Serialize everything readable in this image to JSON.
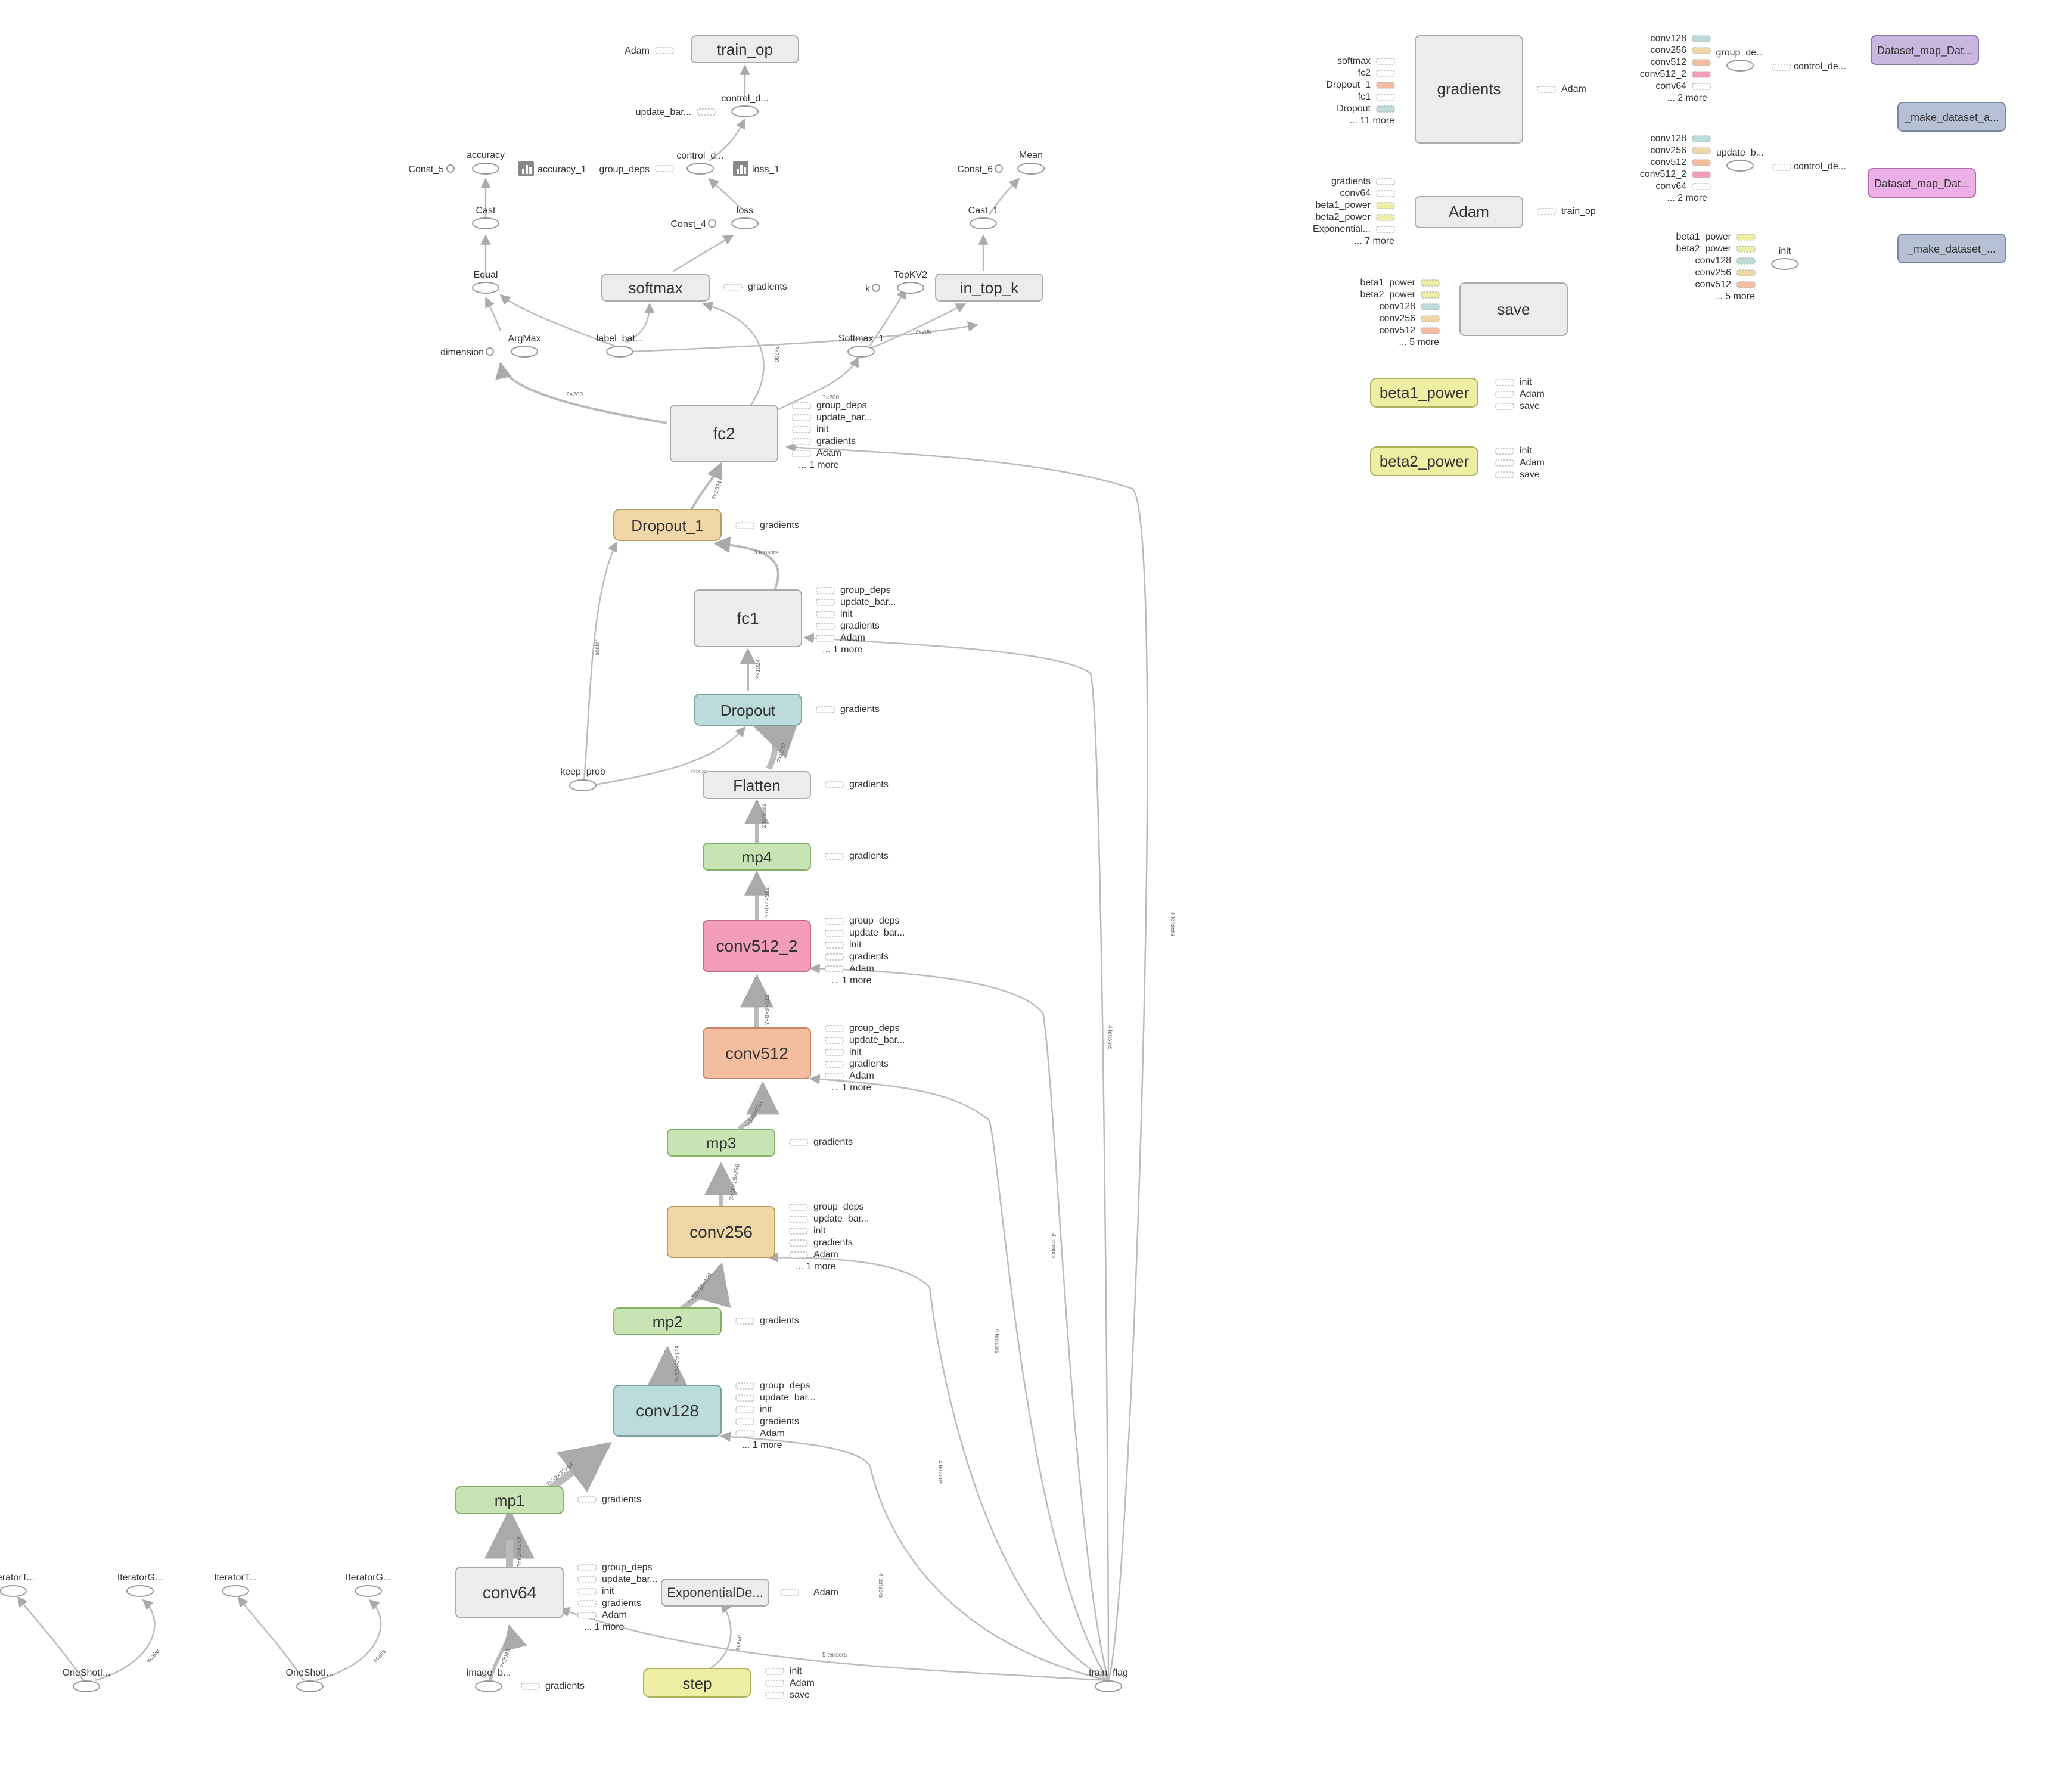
{
  "colors": {
    "default": "#ececec",
    "edge": "#bbbbbb",
    "Dropout_1": "#f1d7a5",
    "Dropout": "#bcdcdc",
    "conv512_2": "#f49db8",
    "conv512": "#f5bd9f",
    "conv256": "#f1d7a5",
    "conv128": "#bcdcdc",
    "mp": "#c8e4b4",
    "step": "#eeeea4",
    "beta": "#eeeea4",
    "dataset_map_1": "#c9b7e0",
    "dataset_map_2": "#ecafe6",
    "make_dataset": "#b7c1d6"
  },
  "main_nodes": {
    "train_op": "train_op",
    "softmax": "softmax",
    "in_top_k": "in_top_k",
    "fc2": "fc2",
    "Dropout_1": "Dropout_1",
    "fc1": "fc1",
    "Dropout": "Dropout",
    "Flatten": "Flatten",
    "mp4": "mp4",
    "conv512_2": "conv512_2",
    "conv512": "conv512",
    "mp3": "mp3",
    "conv256": "conv256",
    "mp2": "mp2",
    "conv128": "conv128",
    "mp1": "mp1",
    "conv64": "conv64",
    "ExponentialDe": "ExponentialDe...",
    "step": "step",
    "gradients": "gradients",
    "Adam": "Adam",
    "save": "save",
    "beta1_power": "beta1_power",
    "beta2_power": "beta2_power",
    "Dataset_map_1": "Dataset_map_Dat...",
    "make_dataset_1": "_make_dataset_a...",
    "Dataset_map_2": "Dataset_map_Dat...",
    "make_dataset_2": "_make_dataset_..."
  },
  "op_nodes": {
    "accuracy": "accuracy",
    "Const_5": "Const_5",
    "accuracy_1": "accuracy_1",
    "Cast": "Cast",
    "Equal": "Equal",
    "ArgMax": "ArgMax",
    "dimension": "dimension",
    "label_bat": "label_bat...",
    "control_d1": "control_d...",
    "control_d2": "control_d...",
    "update_bar": "update_bar...",
    "group_deps": "group_deps",
    "loss_1": "loss_1",
    "loss": "loss",
    "Const_4": "Const_4",
    "Adam_top": "Adam",
    "Mean": "Mean",
    "Const_6": "Const_6",
    "Cast_1": "Cast_1",
    "TopKV2": "TopKV2",
    "k": "k",
    "Softmax_1": "Softmax_1",
    "keep_prob": "keep_prob",
    "image_b": "image_b...",
    "train_flag": "train_flag",
    "IteratorT1": "IteratorT...",
    "IteratorG1": "IteratorG...",
    "OneShot1": "OneShotI...",
    "IteratorT2": "IteratorT...",
    "IteratorG2": "IteratorG...",
    "OneShot2": "OneShotI...",
    "group_de_right": "group_de...",
    "update_b_right": "update_b...",
    "init_right": "init",
    "control_de_1": "control_de...",
    "control_de_2": "control_de..."
  },
  "aux": {
    "gradients": "gradients",
    "group_deps": "group_deps",
    "update_bar": "update_bar...",
    "init": "init",
    "Adam": "Adam",
    "one_more": "... 1 more",
    "save": "save",
    "train_op": "train_op",
    "softmax": "softmax",
    "fc2": "fc2",
    "Dropout_1": "Dropout_1",
    "fc1": "fc1",
    "Dropout": "Dropout",
    "eleven_more": "... 11 more",
    "conv64": "conv64",
    "beta1_power": "beta1_power",
    "beta2_power": "beta2_power",
    "Exponential": "Exponential...",
    "seven_more": "... 7 more",
    "conv128": "conv128",
    "conv256": "conv256",
    "conv512": "conv512",
    "conv512_2": "conv512_2",
    "five_more": "... 5 more",
    "two_more": "... 2 more"
  },
  "edge_labels": {
    "scalar": "scalar",
    "four_tensors": "4 tensors",
    "two_tensors": "2 tensors",
    "shape_1024": "?×1024",
    "shape_200a": "?×200",
    "shape_200b": "?×200",
    "shape_200c": "?×200",
    "shape_200d": "?×200",
    "tensors_5": "5 tensors",
    "tensors_3": "3 tensors",
    "shape_4x4x512": "?×4×4×512",
    "shape_8x8x512": "?×8×8×512",
    "shape_8x8x256": "?×8×8×256",
    "shape_16x16x256": "?×16×16×256",
    "shape_16x16x128": "?×16×16×128",
    "shape_32x32x128": "?×32×32×128",
    "shape_32x32x64": "?×32×32×64",
    "shape_64x64x3": "?×64×64×3",
    "shape_2048": "?×2048",
    "shape_8192": "?×8192"
  }
}
